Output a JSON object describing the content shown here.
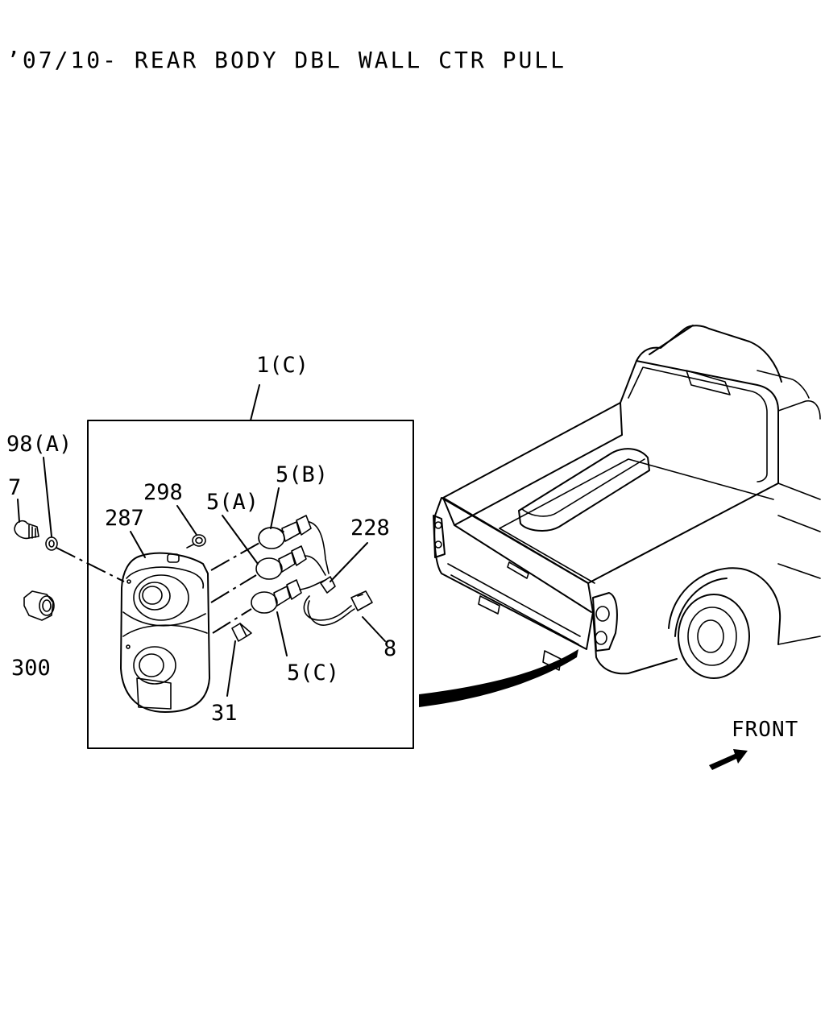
{
  "header": {
    "title": "’07/10- REAR BODY DBL WALL CTR PULL"
  },
  "callouts": {
    "c1": "1(C)",
    "c98": "98(A)",
    "c7": "7",
    "c300": "300",
    "c287": "287",
    "c298": "298",
    "c5a": "5(A)",
    "c5b": "5(B)",
    "c5c": "5(C)",
    "c228": "228",
    "c8": "8",
    "c31": "31"
  },
  "orientation": {
    "front_label": "FRONT"
  },
  "colors": {
    "ink": "#000000",
    "paper": "#ffffff"
  }
}
